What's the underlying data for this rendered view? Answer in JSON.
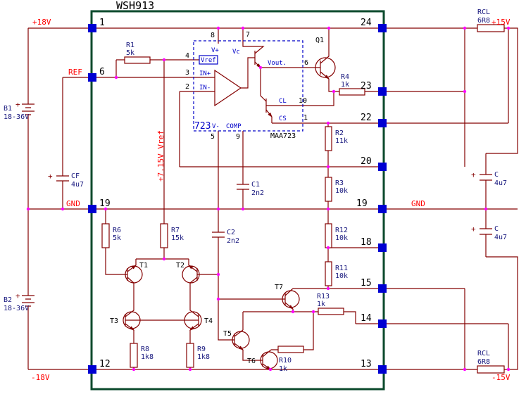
{
  "colors": {
    "wire": "#840000",
    "module_border": "#0b4a2c",
    "ic_blue": "#0000c8",
    "pin_square": "#0000d2",
    "junction_dot": "#ff00ff",
    "label_red": "#ff0000",
    "component_text": "#16167d",
    "text_black": "#000000",
    "background": "#ffffff"
  },
  "title": "WSH913",
  "pins": {
    "left": [
      "1",
      "6",
      "19",
      "12"
    ],
    "right": [
      "24",
      "23",
      "22",
      "20",
      "19",
      "18",
      "15",
      "14",
      "13"
    ]
  },
  "rails": {
    "plus18": "+18V",
    "minus18": "-18V",
    "plus15": "+15V",
    "minus15": "-15V",
    "gnd_left": "GND",
    "gnd_right": "GND",
    "ref": "REF",
    "vref_note": "+7.15V Vref"
  },
  "regulator": {
    "name": "723",
    "part": "MAA723",
    "labels": {
      "vref": "Vref",
      "in_plus": "IN+",
      "in_minus": "IN-",
      "v_plus": "V+",
      "vc": "Vc",
      "vout": "Vout.",
      "cl": "CL",
      "cs": "CS",
      "v_minus": "V-",
      "comp": "COMP"
    },
    "pin_numbers": {
      "vref": "4",
      "in_plus": "3",
      "in_minus": "2",
      "v_plus": "8",
      "vc": "7",
      "vout": "6",
      "cl": "10",
      "cs": "1",
      "v_minus": "5",
      "comp": "9"
    }
  },
  "components": {
    "r1": {
      "ref": "R1",
      "value": "5k"
    },
    "r2": {
      "ref": "R2",
      "value": "11k"
    },
    "r3": {
      "ref": "R3",
      "value": "10k"
    },
    "r4": {
      "ref": "R4",
      "value": "1k"
    },
    "r6": {
      "ref": "R6",
      "value": "5k"
    },
    "r7": {
      "ref": "R7",
      "value": "15k"
    },
    "r8": {
      "ref": "R8",
      "value": "1k8"
    },
    "r9": {
      "ref": "R9",
      "value": "1k8"
    },
    "r10": {
      "ref": "R10",
      "value": "1k"
    },
    "r11": {
      "ref": "R11",
      "value": "10k"
    },
    "r12": {
      "ref": "R12",
      "value": "10k"
    },
    "r13": {
      "ref": "R13",
      "value": "1k"
    },
    "rcl_top": {
      "ref": "RCL",
      "value": "6R8"
    },
    "rcl_bottom": {
      "ref": "RCL",
      "value": "6R8"
    },
    "c1": {
      "ref": "C1",
      "value": "2n2"
    },
    "c2": {
      "ref": "C2",
      "value": "2n2"
    },
    "cf": {
      "ref": "CF",
      "value": "4u7"
    },
    "c_out_pos": {
      "ref": "C",
      "value": "4u7"
    },
    "c_out_neg": {
      "ref": "C",
      "value": "4u7"
    },
    "b1": {
      "ref": "B1",
      "value": "18-36V"
    },
    "b2": {
      "ref": "B2",
      "value": "18-36V"
    },
    "q1": {
      "ref": "Q1"
    },
    "t1": {
      "ref": "T1"
    },
    "t2": {
      "ref": "T2"
    },
    "t3": {
      "ref": "T3"
    },
    "t4": {
      "ref": "T4"
    },
    "t5": {
      "ref": "T5"
    },
    "t6": {
      "ref": "T6"
    },
    "t7": {
      "ref": "T7"
    },
    "polarity_plus": "+"
  }
}
